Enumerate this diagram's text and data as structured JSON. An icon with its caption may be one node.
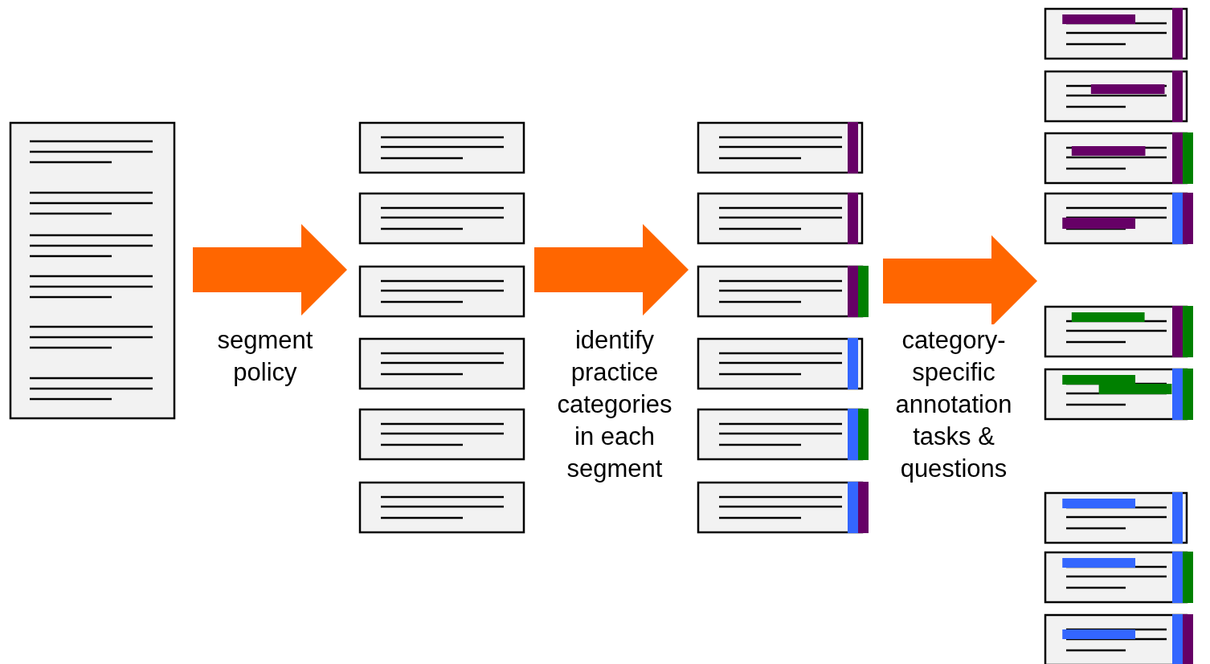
{
  "diagram": {
    "nodes": [
      {
        "text": [],
        "shape": "box"
      },
      {
        "text": [],
        "shape": "box"
      },
      {
        "text": [],
        "shape": "box"
      },
      {
        "text": [],
        "shape": "box"
      },
      {
        "text": [],
        "shape": "box"
      },
      {
        "text": [],
        "shape": "box"
      },
      {
        "text": [],
        "shape": "box"
      },
      {
        "text": [],
        "shape": "box"
      },
      {
        "text": [],
        "shape": "box"
      },
      {
        "text": [],
        "shape": "box"
      },
      {
        "text": [],
        "shape": "box"
      },
      {
        "text": [],
        "shape": "box"
      },
      {
        "text": [],
        "shape": "box"
      },
      {
        "text": [],
        "shape": "box"
      },
      {
        "text": [],
        "shape": "box"
      },
      {
        "text": [],
        "shape": "box"
      },
      {
        "text": [],
        "shape": "box"
      },
      {
        "text": [],
        "shape": "box"
      },
      {
        "text": [],
        "shape": "box"
      },
      {
        "text": [],
        "shape": "box"
      },
      {
        "text": [],
        "shape": "box"
      },
      {
        "text": [],
        "shape": "box"
      }
    ],
    "edges": [
      {
        "from": 0,
        "to": 3,
        "arrow": "to",
        "label": "segment policy",
        "style": "thick"
      },
      {
        "from": 3,
        "to": 9,
        "arrow": "to",
        "label": "identify practice categories in each segment",
        "style": "thick"
      },
      {
        "from": 9,
        "to": null,
        "arrow": "to",
        "label": "category-specific annotation tasks & questions",
        "style": "thick"
      }
    ]
  }
}
